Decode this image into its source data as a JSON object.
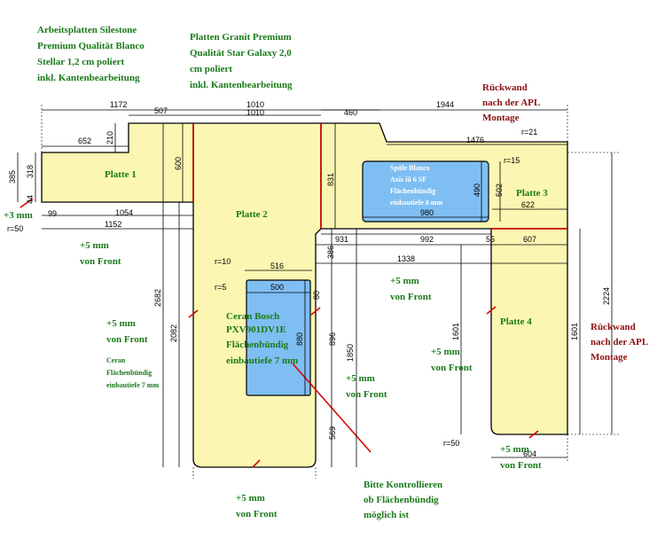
{
  "notes": {
    "material_left": [
      "Arbeitsplatten Silestone",
      "Premium Qualität Blanco",
      "Stellar 1,2 cm poliert",
      "inkl. Kantenbearbeitung"
    ],
    "material_right": [
      "Platten Granit Premium",
      "Qualität Star Galaxy 2,0",
      "cm poliert",
      "inkl. Kantenbearbeitung"
    ],
    "rueckwand_top": [
      "Rückwand",
      "nach der APL",
      "Montage"
    ],
    "rueckwand_right": [
      "Rückwand",
      "nach der APL",
      "Montage"
    ],
    "check": [
      "Bitte Kontrollieren",
      "ob Flächenbündig",
      "möglich ist"
    ],
    "front_left": [
      "+5 mm",
      "von Front"
    ],
    "front_left2": [
      "+5 mm",
      "von Front"
    ],
    "front_bottom": [
      "+5 mm",
      "von Front"
    ],
    "front_mid": [
      "+5 mm",
      "von Front"
    ],
    "front_center": [
      "+5 mm",
      "von Front"
    ],
    "front_right": [
      "+5 mm",
      "von Front"
    ],
    "front_p4": [
      "+5 mm",
      "von Front"
    ],
    "plus3": "+3 mm",
    "ceran_note": [
      "Ceran",
      "Flächenbündig",
      "einbautiefe 7 mm"
    ]
  },
  "plates": {
    "p1": "Platte 1",
    "p2": "Platte 2",
    "p3": "Platte 3",
    "p4": "Platte 4"
  },
  "sink": [
    "Spüle Blanco",
    "Axis iii 6 SF",
    "Flächenbündig",
    "einbautiefe 8 mm"
  ],
  "cooktop": [
    "Ceran Bosch",
    "PXV901DV1E",
    "Flächenbündig",
    "einbautiefe 7 mm"
  ],
  "dims": {
    "d1172": "1172",
    "d507": "507",
    "d1010a": "1010",
    "d1010b": "1010",
    "d460": "460",
    "d1944": "1944",
    "d652": "652",
    "d210": "210",
    "d385": "385",
    "d318": "318",
    "d44": "44",
    "d99": "99",
    "d1054": "1054",
    "d1152": "1152",
    "d600": "600",
    "d831": "831",
    "d1476": "1476",
    "d502": "502",
    "d490": "490",
    "d980": "980",
    "d622": "622",
    "d931": "931",
    "d992": "992",
    "d55": "55",
    "d607": "607",
    "d386": "386",
    "d1338": "1338",
    "d516": "516",
    "d500": "500",
    "d80": "80",
    "d880": "880",
    "d896": "896",
    "d1850": "1850",
    "d569": "569",
    "d2682": "2682",
    "d2082": "2082",
    "d1601a": "1601",
    "d1601b": "1601",
    "d2224": "2224",
    "d604": "604"
  },
  "radii": {
    "r50a": "r=50",
    "r50b": "r=50",
    "r21": "r=21",
    "r15": "r=15",
    "r10": "r=10",
    "r5": "r=5"
  }
}
